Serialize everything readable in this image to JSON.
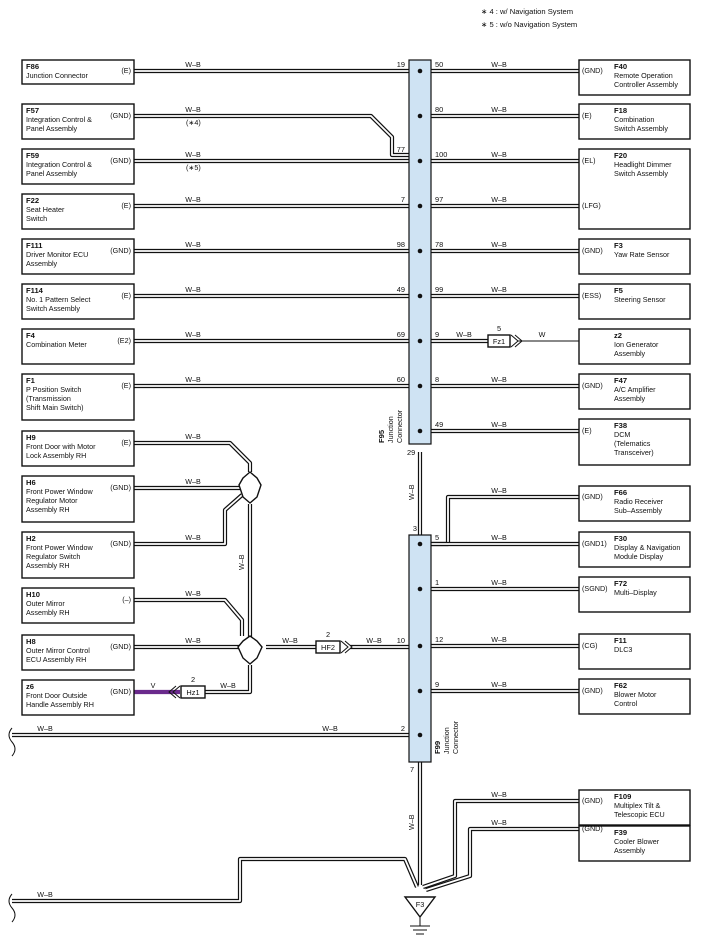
{
  "notes": [
    "∗ 4 : w/ Navigation System",
    "∗ 5 : w/o Navigation System"
  ],
  "left_components": [
    {
      "code": "F86",
      "lines": [
        "Junction Connector"
      ],
      "terminal": "(E)"
    },
    {
      "code": "F57",
      "lines": [
        "Integration Control &",
        "Panel Assembly"
      ],
      "terminal": "(GND)",
      "wire_note": "(∗4)"
    },
    {
      "code": "F59",
      "lines": [
        "Integration Control &",
        "Panel Assembly"
      ],
      "terminal": "(GND)",
      "wire_note": "(∗5)"
    },
    {
      "code": "F22",
      "lines": [
        "Seat Heater",
        "Switch"
      ],
      "terminal": "(E)"
    },
    {
      "code": "F111",
      "lines": [
        "Driver Monitor ECU",
        "Assembly"
      ],
      "terminal": "(GND)"
    },
    {
      "code": "F114",
      "lines": [
        "No. 1 Pattern Select",
        "Switch Assembly"
      ],
      "terminal": "(E)"
    },
    {
      "code": "F4",
      "lines": [
        "Combination Meter"
      ],
      "terminal": "(E2)"
    },
    {
      "code": "F1",
      "lines": [
        "P Position Switch",
        "(Transmission",
        " Shift Main Switch)"
      ],
      "terminal": "(E)"
    },
    {
      "code": "H9",
      "lines": [
        "Front Door with Motor",
        "Lock Assembly RH"
      ],
      "terminal": "(E)"
    },
    {
      "code": "H6",
      "lines": [
        "Front Power Window",
        "Regulator Motor",
        "Assembly RH"
      ],
      "terminal": "(GND)"
    },
    {
      "code": "H2",
      "lines": [
        "Front Power Window",
        "Regulator Switch",
        "Assembly RH"
      ],
      "terminal": "(GND)"
    },
    {
      "code": "H10",
      "lines": [
        "Outer Mirror",
        "Assembly RH"
      ],
      "terminal": "(–)"
    },
    {
      "code": "H8",
      "lines": [
        "Outer Mirror Control",
        "ECU Assembly RH"
      ],
      "terminal": "(GND)"
    },
    {
      "code": "z6",
      "lines": [
        "Front Door Outside",
        "Handle Assembly RH"
      ],
      "terminal": "(GND)"
    }
  ],
  "right_components": [
    {
      "code": "F40",
      "lines": [
        "Remote Operation",
        "Controller Assembly"
      ],
      "terminal": "(GND)"
    },
    {
      "code": "F18",
      "lines": [
        "Combination",
        "Switch Assembly"
      ],
      "terminal": "(E)"
    },
    {
      "code": "F20",
      "lines": [
        "Headlight Dimmer",
        "Switch Assembly"
      ],
      "terminal": "(EL)"
    },
    {
      "code": "",
      "lines": [],
      "terminal": "(LFG)"
    },
    {
      "code": "F3",
      "lines": [
        "Yaw Rate Sensor"
      ],
      "terminal": "(GND)"
    },
    {
      "code": "F5",
      "lines": [
        "Steering Sensor"
      ],
      "terminal": "(ESS)"
    },
    {
      "code": "z2",
      "lines": [
        "Ion Generator",
        "Assembly"
      ],
      "terminal": ""
    },
    {
      "code": "F47",
      "lines": [
        "A/C Amplifier",
        "Assembly"
      ],
      "terminal": "(GND)"
    },
    {
      "code": "F38",
      "lines": [
        "DCM",
        "(Telematics",
        " Transceiver)"
      ],
      "terminal": "(E)"
    },
    {
      "code": "F66",
      "lines": [
        "Radio Receiver",
        "Sub–Assembly"
      ],
      "terminal": "(GND)"
    },
    {
      "code": "F30",
      "lines": [
        "Display & Navigation",
        "Module Display"
      ],
      "terminal": "(GND1)"
    },
    {
      "code": "F72",
      "lines": [
        "Multi–Display"
      ],
      "terminal": "(SGND)"
    },
    {
      "code": "F11",
      "lines": [
        "DLC3"
      ],
      "terminal": "(CG)"
    },
    {
      "code": "F62",
      "lines": [
        "Blower Motor",
        "Control"
      ],
      "terminal": "(GND)"
    },
    {
      "code": "F109",
      "lines": [
        "Multiplex Tilt &",
        "Telescopic ECU"
      ],
      "terminal": "(GND)"
    },
    {
      "code": "F39",
      "lines": [
        "Cooler Blower",
        "Assembly"
      ],
      "terminal": "(GND)"
    }
  ],
  "wire_color": "W–B",
  "wire_color_violet": "V",
  "wire_color_white": "W",
  "violet_hex": "#6a2a8c",
  "connector_f95": {
    "code": "F95",
    "name_lines": [
      "Junction",
      "Connector"
    ]
  },
  "connector_f99": {
    "code": "F99",
    "name_lines": [
      "Junction",
      "Connector"
    ]
  },
  "pins_f95_left": [
    "19",
    "77",
    "7",
    "98",
    "49",
    "69",
    "60"
  ],
  "pins_f95_right": [
    "50",
    "80",
    "100",
    "97",
    "78",
    "99",
    "9",
    "8",
    "49"
  ],
  "pin_f95_bottom": "29",
  "pins_f99_left": [
    "3",
    "10",
    "2"
  ],
  "pins_f99_right": [
    "5",
    "1",
    "12",
    "9"
  ],
  "pin_f99_bottom": "7",
  "inline_connectors": {
    "fz1": {
      "name": "Fz1",
      "pin": "5"
    },
    "hf2": {
      "name": "HF2",
      "pin": "2"
    },
    "hz1": {
      "name": "Hz1",
      "pin": "2"
    }
  },
  "ground_point": "F3"
}
